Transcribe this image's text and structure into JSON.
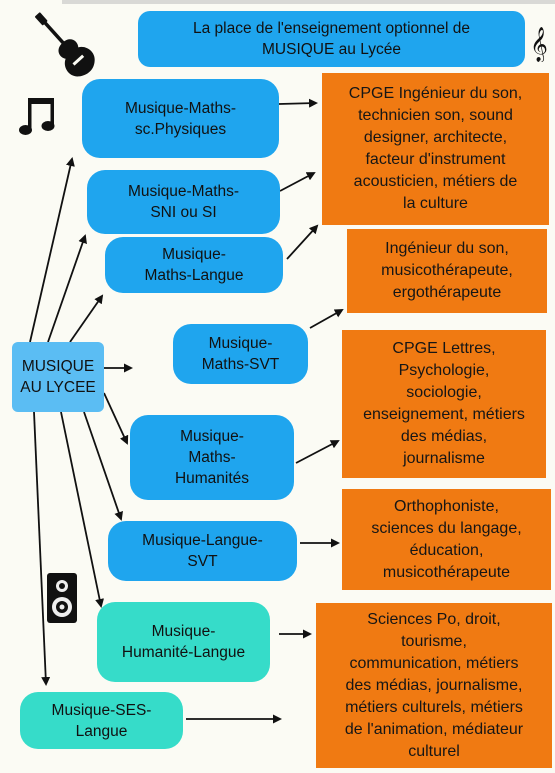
{
  "title": "La place de l'enseignement optionnel de\nMUSIQUE au Lycée",
  "center": "MUSIQUE\nAU LYCEE",
  "options": [
    "Musique-Maths-\nsc.Physiques",
    "Musique-Maths-\nSNI ou SI",
    "Musique-\nMaths-Langue",
    "Musique-\nMaths-SVT",
    "Musique-\nMaths-\nHumanités",
    "Musique-Langue-\nSVT",
    "Musique-\nHumanité-Langue",
    "Musique-SES-\nLangue"
  ],
  "careers": [
    "CPGE Ingénieur du son,\ntechnicien son, sound\ndesigner, architecte,\nfacteur d'instrument\nacousticien, métiers de\nla culture",
    "Ingénieur du son,\nmusicothérapeute,\nergothérapeute",
    "CPGE Lettres,\nPsychologie,\nsociologie,\nenseignement, métiers\ndes médias,\njournalisme",
    "Orthophoniste,\nsciences du langage,\néducation,\nmusicothérapeute",
    "Sciences Po, droit,\ntourisme,\ncommunication, métiers\ndes médias, journalisme,\nmétiers culturels, métiers\nde l'animation, médiateur\nculturel"
  ],
  "icons": [
    "guitar-icon",
    "music-notes-icon",
    "treble-clef-icon",
    "speaker-icon"
  ],
  "colors": {
    "option_blue": "#1fa5ee",
    "option_teal": "#36dcc9",
    "center_box": "#5bbdf3",
    "career_orange": "#f07a12",
    "arrow": "#111111"
  }
}
